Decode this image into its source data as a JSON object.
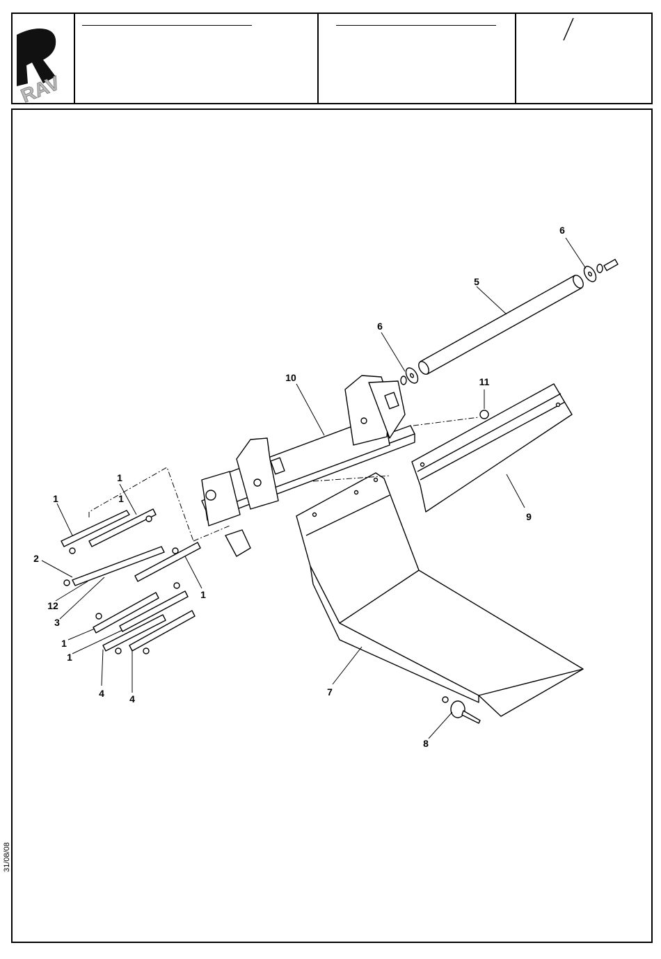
{
  "header": {
    "logo_text": "RAV",
    "slash": "/"
  },
  "callouts": [
    "1",
    "1",
    "1",
    "2",
    "12",
    "3",
    "1",
    "1",
    "4",
    "4",
    "1",
    "6",
    "5",
    "6",
    "10",
    "11",
    "9",
    "7",
    "8"
  ],
  "footer": {
    "date": "31/08/08"
  }
}
